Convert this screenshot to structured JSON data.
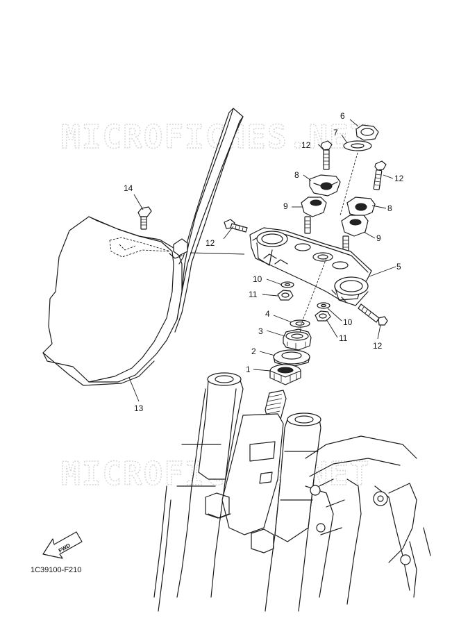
{
  "watermark": {
    "text": "MICROFICHES.NET"
  },
  "diagram_code": "1C39100-F210",
  "fwd_label": "FWD",
  "callouts": [
    {
      "id": "c6",
      "label": "6"
    },
    {
      "id": "c7",
      "label": "7"
    },
    {
      "id": "c12a",
      "label": "12"
    },
    {
      "id": "c8a",
      "label": "8"
    },
    {
      "id": "c12b",
      "label": "12"
    },
    {
      "id": "c14",
      "label": "14"
    },
    {
      "id": "c9a",
      "label": "9"
    },
    {
      "id": "c8b",
      "label": "8"
    },
    {
      "id": "c12c",
      "label": "12"
    },
    {
      "id": "c9b",
      "label": "9"
    },
    {
      "id": "c5",
      "label": "5"
    },
    {
      "id": "c10a",
      "label": "10"
    },
    {
      "id": "c11a",
      "label": "11"
    },
    {
      "id": "c4",
      "label": "4"
    },
    {
      "id": "c10b",
      "label": "10"
    },
    {
      "id": "c3",
      "label": "3"
    },
    {
      "id": "c11b",
      "label": "11"
    },
    {
      "id": "c12d",
      "label": "12"
    },
    {
      "id": "c2",
      "label": "2"
    },
    {
      "id": "c1",
      "label": "1"
    },
    {
      "id": "c13",
      "label": "13"
    }
  ]
}
